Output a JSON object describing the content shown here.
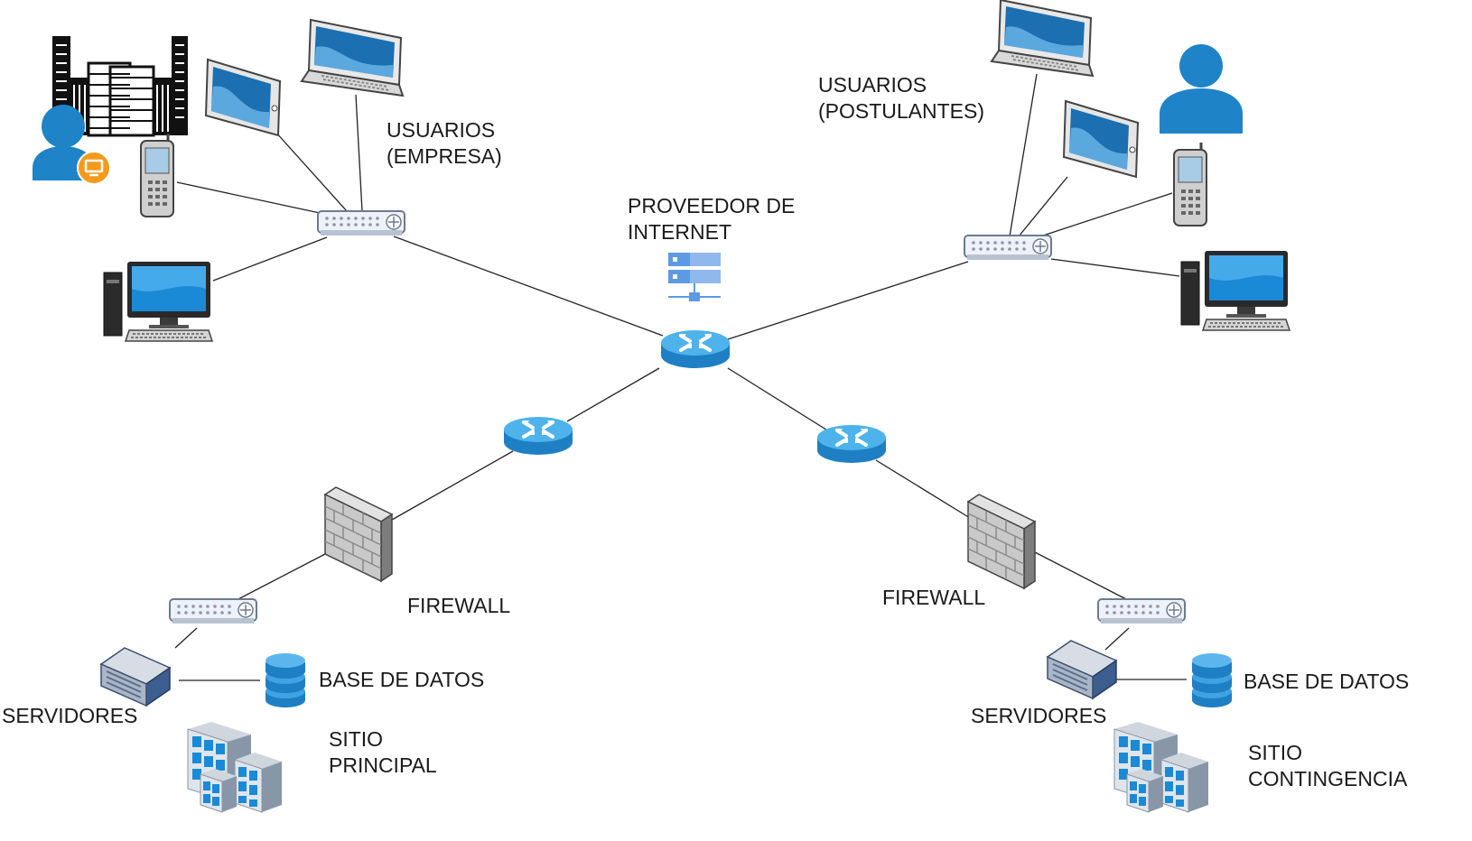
{
  "colors": {
    "link": "#222222",
    "device_blue": "#1e84c7",
    "router_blue": "#3aa4dc",
    "screen_blue": "#1c6fb0",
    "user_orange": "#f39a1d",
    "wall_gray": "#c9c9c9"
  },
  "labels": {
    "users_company": [
      "USUARIOS",
      "(EMPRESA)"
    ],
    "users_applicants": [
      "USUARIOS",
      "(POSTULANTES)"
    ],
    "isp": [
      "PROVEEDOR DE",
      "INTERNET"
    ],
    "firewall_left": "FIREWALL",
    "firewall_right": "FIREWALL",
    "servers_left": "SERVIDORES",
    "servers_right": "SERVIDORES",
    "db_left": "BASE DE DATOS",
    "db_right": "BASE DE DATOS",
    "site_main": [
      "SITIO",
      "PRINCIPAL"
    ],
    "site_backup": [
      "SITIO",
      "CONTINGENCIA"
    ]
  },
  "icons": {
    "buildings": "city-buildings-icon",
    "company_user": "user-with-computer-icon",
    "applicant_user": "user-icon",
    "laptop": "laptop-icon",
    "tablet": "tablet-icon",
    "phone": "mobile-phone-icon",
    "desktop": "desktop-computer-icon",
    "switch": "network-switch-icon",
    "router": "router-icon",
    "isp": "internet-provider-server-icon",
    "firewall": "firewall-icon",
    "server": "server-icon",
    "database": "database-icon",
    "site": "office-building-icon"
  }
}
